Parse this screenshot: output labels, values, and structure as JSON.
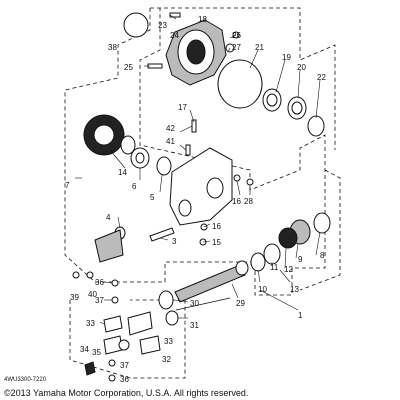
{
  "labels": {
    "p1": "1",
    "p3": "3",
    "p4": "4",
    "p5": "5",
    "p6": "6",
    "p7": "7",
    "p8": "8",
    "p9": "9",
    "p10": "10",
    "p11": "11",
    "p12": "12",
    "p13": "13",
    "p14": "14",
    "p15": "15",
    "p16a": "16",
    "p16b": "16",
    "p17": "17",
    "p18": "18",
    "p19": "19",
    "p20": "20",
    "p21": "21",
    "p22": "22",
    "p23": "23",
    "p24": "24",
    "p25": "25",
    "p26": "26",
    "p27": "27",
    "p28": "28",
    "p29": "29",
    "p30": "30",
    "p31": "31",
    "p32": "32",
    "p33a": "33",
    "p33b": "33",
    "p34": "34",
    "p35": "35",
    "p36a": "36",
    "p36b": "36",
    "p37a": "37",
    "p37b": "37",
    "p38": "38",
    "p39": "39",
    "p40": "40",
    "p41": "41",
    "p42": "42"
  },
  "ref_code": "4WU3300-7220",
  "copyright": "©2013 Yamaha Motor Corporation, U.S.A. All rights reserved."
}
